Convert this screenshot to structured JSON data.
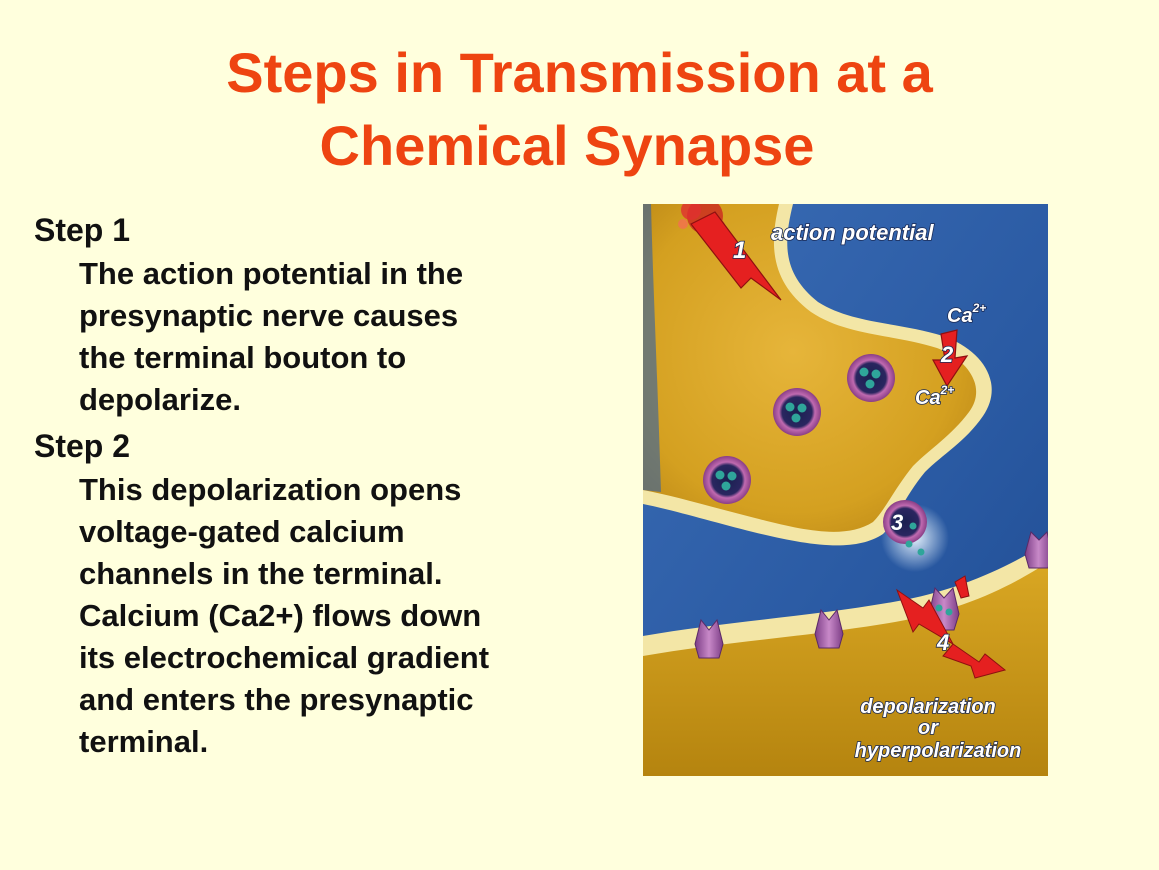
{
  "slide": {
    "title_line1": "Steps in Transmission at a",
    "title_line2": "Chemical Synapse",
    "steps": [
      {
        "heading": "Step 1",
        "lines": [
          "The action potential in the",
          "presynaptic nerve causes",
          "the terminal bouton to",
          "depolarize."
        ]
      },
      {
        "heading": "Step 2",
        "lines": [
          "This depolarization opens",
          "voltage-gated calcium",
          "channels in the terminal.",
          "Calcium (Ca2+) flows down",
          "its electrochemical gradient",
          "and enters the presynaptic",
          "terminal."
        ]
      }
    ]
  },
  "figure": {
    "labels": {
      "action_potential": "action potential",
      "ca_top_base": "Ca",
      "ca_top_sup": "2+",
      "ca_bottom_base": "Ca",
      "ca_bottom_sup": "2+",
      "result_line1": "depolarization",
      "result_line2": "or",
      "result_line3": "hyperpolarization"
    },
    "step_numbers": [
      "1",
      "2",
      "3",
      "4"
    ],
    "colors": {
      "background_blue": "#2F5FA8",
      "terminal_gold": "#D9A521",
      "membrane_cream": "#F3E6A6",
      "arrow_red": "#E52020",
      "vesicle_purple": "#B05AA0",
      "neurotransmitter_teal": "#2FA59A",
      "title_orange": "#EE4411"
    }
  }
}
